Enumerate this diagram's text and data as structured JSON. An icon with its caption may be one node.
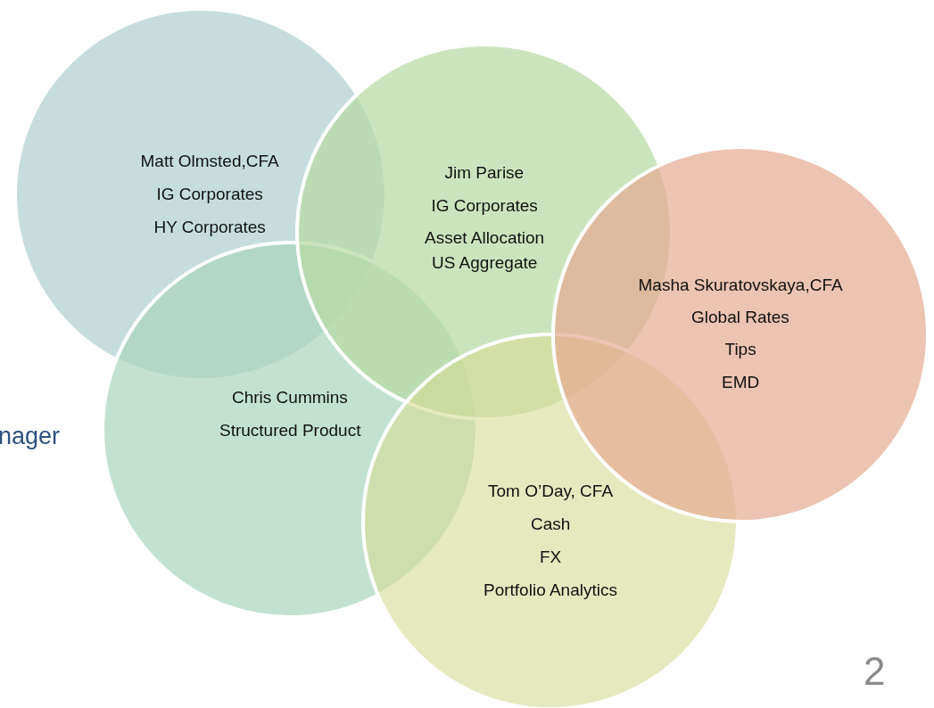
{
  "diagram": {
    "nodes": [
      {
        "text": [
          "Matt Olmsted,CFA",
          "IG Corporates",
          "HY Corporates"
        ]
      },
      {
        "text": [
          "Jim Parise",
          "IG Corporates",
          "Asset Allocation",
          "US Aggregate"
        ]
      },
      {
        "text": [
          "Masha Skuratovskaya,CFA",
          "Global Rates",
          "Tips",
          "EMD"
        ]
      },
      {
        "text": [
          "Chris Cummins",
          "Structured Product"
        ]
      },
      {
        "text": [
          "Tom O’Day, CFA",
          "Cash",
          "FX",
          "Portfolio Analytics"
        ]
      }
    ],
    "labels": [
      "nager",
      "2"
    ]
  }
}
